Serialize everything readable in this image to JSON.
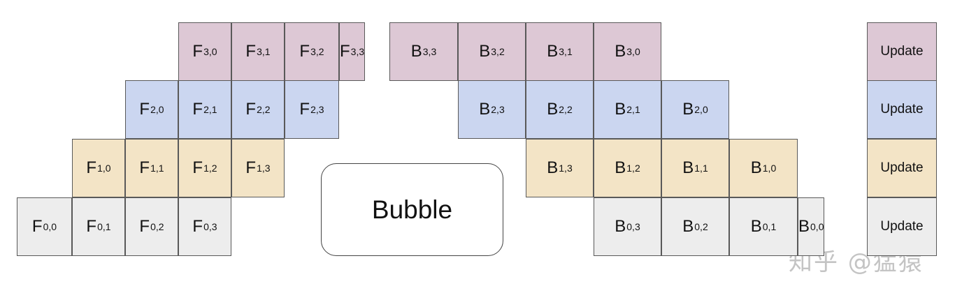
{
  "colors": {
    "stage0": "#ededed",
    "stage1": "#f3e4c6",
    "stage2": "#cbd6f0",
    "stage3": "#ddc8d5",
    "border": "#595959"
  },
  "stages": [
    {
      "forward": [
        {
          "op": "F",
          "sub": "0,0"
        },
        {
          "op": "F",
          "sub": "0,1"
        },
        {
          "op": "F",
          "sub": "0,2"
        },
        {
          "op": "F",
          "sub": "0,3"
        }
      ],
      "backward": [
        {
          "op": "B",
          "sub": "0,3"
        },
        {
          "op": "B",
          "sub": "0,2"
        },
        {
          "op": "B",
          "sub": "0,1"
        },
        {
          "op": "B",
          "sub": "0,0"
        }
      ],
      "update": "Update"
    },
    {
      "forward": [
        {
          "op": "F",
          "sub": "1,0"
        },
        {
          "op": "F",
          "sub": "1,1"
        },
        {
          "op": "F",
          "sub": "1,2"
        },
        {
          "op": "F",
          "sub": "1,3"
        }
      ],
      "backward": [
        {
          "op": "B",
          "sub": "1,3"
        },
        {
          "op": "B",
          "sub": "1,2"
        },
        {
          "op": "B",
          "sub": "1,1"
        },
        {
          "op": "B",
          "sub": "1,0"
        }
      ],
      "update": "Update"
    },
    {
      "forward": [
        {
          "op": "F",
          "sub": "2,0"
        },
        {
          "op": "F",
          "sub": "2,1"
        },
        {
          "op": "F",
          "sub": "2,2"
        },
        {
          "op": "F",
          "sub": "2,3"
        }
      ],
      "backward": [
        {
          "op": "B",
          "sub": "2,3"
        },
        {
          "op": "B",
          "sub": "2,2"
        },
        {
          "op": "B",
          "sub": "2,1"
        },
        {
          "op": "B",
          "sub": "2,0"
        }
      ],
      "update": "Update"
    },
    {
      "forward": [
        {
          "op": "F",
          "sub": "3,0"
        },
        {
          "op": "F",
          "sub": "3,1"
        },
        {
          "op": "F",
          "sub": "3,2"
        },
        {
          "op": "F",
          "sub": "3,3"
        }
      ],
      "backward": [
        {
          "op": "B",
          "sub": "3,3"
        },
        {
          "op": "B",
          "sub": "3,2"
        },
        {
          "op": "B",
          "sub": "3,1"
        },
        {
          "op": "B",
          "sub": "3,0"
        }
      ],
      "update": "Update"
    }
  ],
  "bubble_label": "Bubble",
  "watermark": "知乎 @猛猿"
}
